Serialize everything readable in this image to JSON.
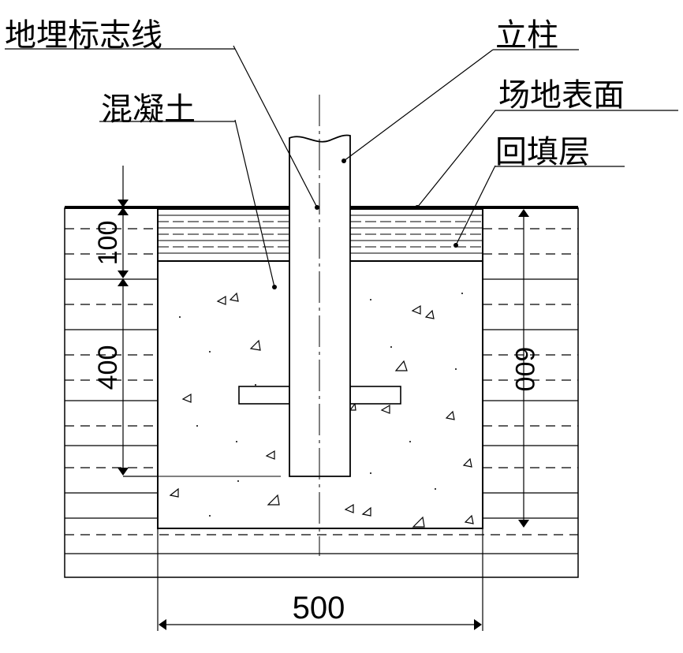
{
  "labels": {
    "marker_line": "地埋标志线",
    "post": "立柱",
    "site_surface": "场地表面",
    "concrete": "混凝土",
    "backfill": "回填层"
  },
  "dimensions": {
    "backfill_depth": "100",
    "upper_depth": "400",
    "total_depth": "600",
    "width": "500"
  },
  "colors": {
    "line": "#000000",
    "background": "#ffffff"
  }
}
